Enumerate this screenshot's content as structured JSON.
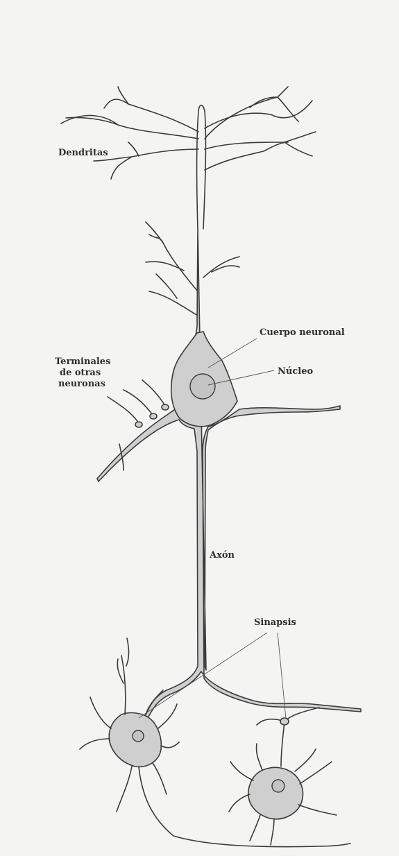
{
  "labels": {
    "dendritas": "Dendritas",
    "cuerpo": "Cuerpo neuronal",
    "terminales_1": "Terminales",
    "terminales_2": "de otras",
    "terminales_3": "neuronas",
    "nucleo": "Núcleo",
    "axon": "Axón",
    "sinapsis": "Sinapsis"
  },
  "colors": {
    "membrane": "#cfcfcf",
    "outline": "#3a3a3a",
    "paper": "#f4f4f2"
  }
}
